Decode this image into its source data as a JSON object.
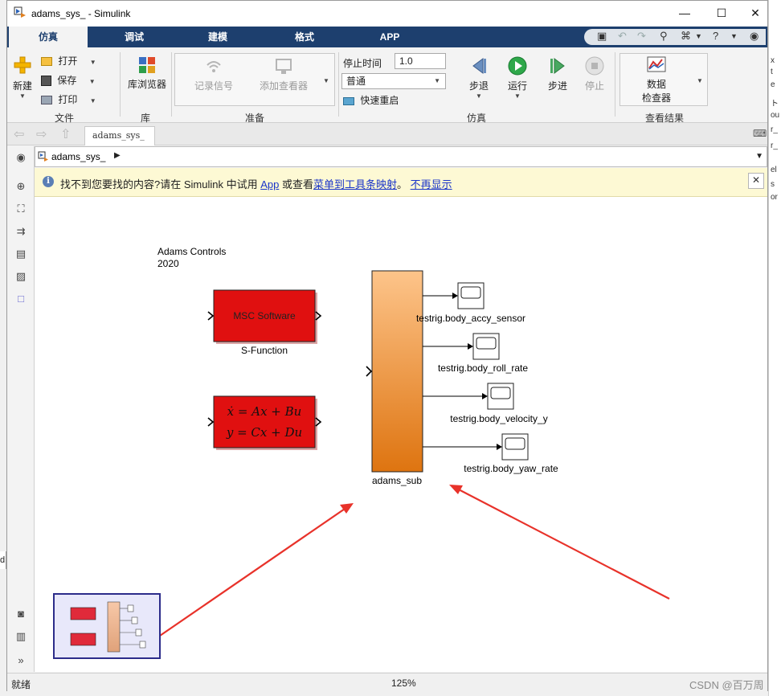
{
  "window": {
    "title": "adams_sys_ - Simulink",
    "minimize": "—",
    "maximize": "☐",
    "close": "✕"
  },
  "tabs": [
    "仿真",
    "调试",
    "建模",
    "格式",
    "APP"
  ],
  "ribbon": {
    "file": {
      "new_label": "新建",
      "open_label": "打开",
      "save_label": "保存",
      "print_label": "打印",
      "group_label": "文件"
    },
    "library": {
      "browser_label": "库浏览器",
      "group_label": "库"
    },
    "prepare": {
      "log_signals_label": "记录信号",
      "add_viewer_label": "添加查看器",
      "group_label": "准备"
    },
    "simulate": {
      "stop_time_label": "停止时间",
      "stop_time_value": "1.0",
      "mode_value": "普通",
      "fast_restart_label": "快速重启",
      "step_back_label": "步退",
      "run_label": "运行",
      "step_forward_label": "步进",
      "stop_label": "停止",
      "group_label": "仿真"
    },
    "results": {
      "data_inspector_label_1": "数据",
      "data_inspector_label_2": "检查器",
      "group_label": "查看结果"
    }
  },
  "document_tab": "adams_sys_",
  "breadcrumb": {
    "model": "adams_sys_"
  },
  "notice": {
    "text_before": "找不到您要找的内容?请在 Simulink 中试用 ",
    "app_link": "App",
    "text_middle": " 或查看",
    "menu_link": "菜单到工具条映射",
    "text_after": "。",
    "dismiss_link": "不再显示"
  },
  "diagram": {
    "annotation_line1": "Adams Controls",
    "annotation_line2": "2020",
    "sfunction_block_text": "MSC Software",
    "sfunction_label": "S-Function",
    "statespace_eq1": "ẋ = Ax + Bu",
    "statespace_eq2": "y = Cx + Du",
    "subsystem_label": "adams_sub",
    "outputs": [
      "testrig.body_accy_sensor",
      "testrig.body_roll_rate",
      "testrig.body_velocity_y",
      "testrig.body_yaw_rate"
    ]
  },
  "status": {
    "state": "就绪",
    "zoom": "125%"
  },
  "watermark": "CSDN @百万周",
  "colors": {
    "ribbon_tab_bg": "#1d3f6e",
    "block_red": "#e01010",
    "subsystem_top": "#fdc48a",
    "subsystem_bottom": "#de7410",
    "arrow_red": "#e8322a",
    "notice_bg": "#fdf9d4",
    "link_blue": "#1a35c9"
  }
}
